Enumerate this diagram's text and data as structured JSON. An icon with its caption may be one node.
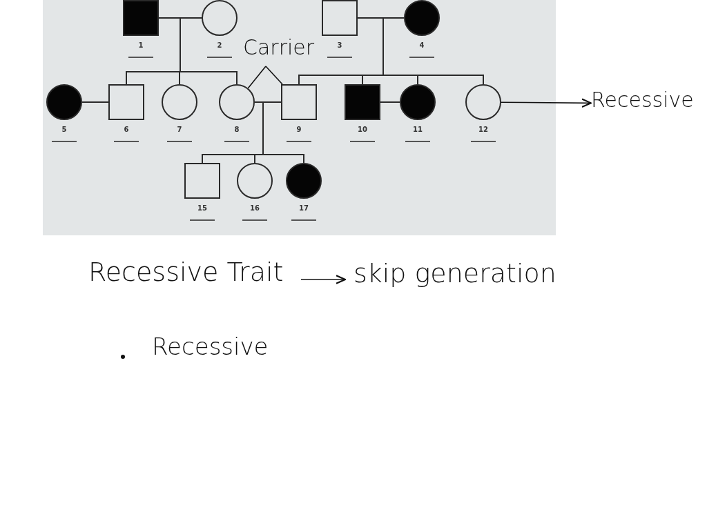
{
  "diagram": {
    "nodes": [
      {
        "text": [],
        "shape": "box",
        "beside": [
          "1"
        ]
      },
      {
        "text": [],
        "shape": "circle",
        "beside": [
          "2"
        ]
      },
      {
        "text": [],
        "shape": "box",
        "beside": [
          "3"
        ]
      },
      {
        "text": [],
        "shape": "circle",
        "beside": [
          "4"
        ]
      },
      {
        "text": [],
        "shape": "circle",
        "beside": [
          "5"
        ]
      },
      {
        "text": [],
        "shape": "box",
        "beside": [
          "6"
        ]
      },
      {
        "text": [],
        "shape": "circle",
        "beside": [
          "7"
        ]
      },
      {
        "text": [],
        "shape": "circle",
        "beside": [
          "8"
        ]
      },
      {
        "text": [],
        "shape": "box",
        "beside": [
          "9"
        ]
      },
      {
        "text": [],
        "shape": "box",
        "beside": [
          "10"
        ]
      },
      {
        "text": [],
        "shape": "circle",
        "beside": [
          "11"
        ]
      },
      {
        "text": [],
        "shape": "circle",
        "beside": [
          "12"
        ]
      },
      {
        "text": [],
        "shape": "box",
        "beside": [
          "15"
        ]
      },
      {
        "text": [],
        "shape": "circle",
        "beside": [
          "16"
        ]
      },
      {
        "text": [],
        "shape": "circle",
        "beside": [
          "17"
        ]
      },
      {
        "text": [
          "Carrier"
        ]
      },
      {
        "text": [
          "Recessive"
        ]
      },
      {
        "text": [
          "Recessive Trait"
        ]
      },
      {
        "text": [
          "skip generation"
        ]
      }
    ],
    "edges": [
      {
        "from": 0,
        "to": 1,
        "arrow": "none"
      },
      {
        "from": 2,
        "to": 3,
        "arrow": "none"
      },
      {
        "from": 4,
        "to": 5,
        "arrow": "none"
      },
      {
        "from": 7,
        "to": 8,
        "arrow": "none"
      },
      {
        "from": 9,
        "to": 10,
        "arrow": "none"
      },
      {
        "from": 0,
        "to": 5,
        "arrow": "none"
      },
      {
        "from": 0,
        "to": 6,
        "arrow": "none"
      },
      {
        "from": 0,
        "to": 7,
        "arrow": "none"
      },
      {
        "from": 1,
        "to": 5,
        "arrow": "none"
      },
      {
        "from": 1,
        "to": 6,
        "arrow": "none"
      },
      {
        "from": 1,
        "to": 7,
        "arrow": "none"
      },
      {
        "from": 2,
        "to": 8,
        "arrow": "none"
      },
      {
        "from": 2,
        "to": 9,
        "arrow": "none"
      },
      {
        "from": 2,
        "to": 10,
        "arrow": "none"
      },
      {
        "from": 2,
        "to": 11,
        "arrow": "none"
      },
      {
        "from": 3,
        "to": 8,
        "arrow": "none"
      },
      {
        "from": 3,
        "to": 9,
        "arrow": "none"
      },
      {
        "from": 3,
        "to": 10,
        "arrow": "none"
      },
      {
        "from": 3,
        "to": 11,
        "arrow": "none"
      },
      {
        "from": 7,
        "to": 12,
        "arrow": "none"
      },
      {
        "from": 7,
        "to": 13,
        "arrow": "none"
      },
      {
        "from": 7,
        "to": 14,
        "arrow": "none"
      },
      {
        "from": 8,
        "to": 12,
        "arrow": "none"
      },
      {
        "from": 8,
        "to": 13,
        "arrow": "none"
      },
      {
        "from": 8,
        "to": 14,
        "arrow": "none"
      },
      {
        "from": 15,
        "to": 7,
        "arrow": "none"
      },
      {
        "from": 15,
        "to": 8,
        "arrow": "none"
      },
      {
        "from": 11,
        "to": 16,
        "arrow": "to"
      },
      {
        "from": 17,
        "to": 18,
        "arrow": "to"
      }
    ],
    "labels": [
      "Recessive"
    ]
  }
}
